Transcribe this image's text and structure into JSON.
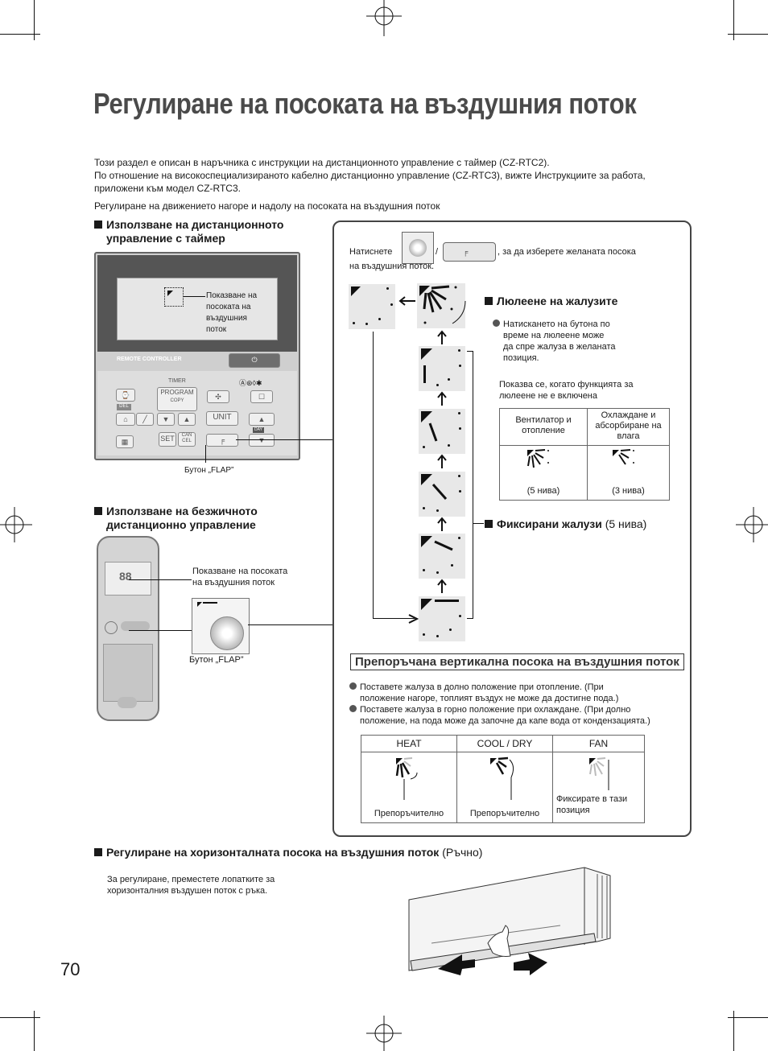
{
  "title": "Регулиране на посоката на въздушния поток",
  "intro": [
    "Този раздел е описан в наръчника с инструкции на дистанционното управление с таймер (CZ-RTC2).",
    "По отношение на високоспециализираното кабелно дистанционно управление (CZ-RTC3), вижте Инструкциите за работа,",
    "приложени към модел CZ-RTC3."
  ],
  "subintro": "Регулиране на движението нагоре и надолу на посоката на въздушния поток",
  "timer_section": {
    "heading": [
      "Използване на дистанционното",
      "управление с таймер"
    ],
    "display_label": [
      "Показване на",
      "посоката на",
      "въздушния",
      "поток"
    ],
    "brand": "REMOTE CONTROLLER",
    "timer_label": "TIMER",
    "program_label": "PROGRAM",
    "copy_label": "COPY",
    "del_label": "DEL",
    "unit_label": "UNIT",
    "set_label": "SET",
    "cancel_label": "CAN CEL",
    "day_label": "DAY",
    "flap_caption": "Бутон „FLAP”"
  },
  "wireless_section": {
    "heading": [
      "Използване на безжичното",
      "дистанционно управление"
    ],
    "display_label": [
      "Показване на посоката",
      "на въздушния поток"
    ],
    "flap_caption": "Бутон „FLAP”"
  },
  "panel": {
    "press_text_1": "Натиснете",
    "press_sep": "/",
    "press_text_2": ", за да изберете желаната посока",
    "press_text_3": "на въздушния поток.",
    "swing_heading": "Люлеене на жалузите",
    "swing_note": [
      "Натискането на бутона по",
      "време на люлеене може",
      "да спре жалуза в желаната",
      "позиция."
    ],
    "swing_off_note": [
      "Показва се, когато функцията за",
      "люлеене не е включена"
    ],
    "levels_table": {
      "headers": [
        [
          "Вентилатор и",
          "отопление"
        ],
        [
          "Охлаждане и",
          "абсорбиране на",
          "влага"
        ]
      ],
      "levels": [
        "(5 нива)",
        "(3 нива)"
      ]
    },
    "fixed_heading": "Фиксирани жалузи",
    "fixed_suffix": "(5 нива)",
    "recommended_heading": "Препоръчана вертикална посока на въздушния поток",
    "recommend_bullets": [
      [
        "Поставете жалуза в долно положение при отопление. (При",
        "положение нагоре, топлият въздух не може да достигне пода.)"
      ],
      [
        "Поставете жалуза в горно положение при охлаждане. (При долно",
        "положение, на пода може да започне да капе вода от кондензацията.)"
      ]
    ],
    "modes_table": {
      "headers": [
        "HEAT",
        "COOL / DRY",
        "FAN"
      ],
      "notes": [
        "Препоръчително",
        "Препоръчително",
        [
          "Фиксирате в тази",
          "позиция"
        ]
      ]
    }
  },
  "horizontal": {
    "heading": "Регулиране на хоризонталната посока на въздушния поток",
    "heading_suffix": "(Ръчно)",
    "text": [
      "За регулиране, преместете лопатките за",
      "хоризонталния въздушен поток с ръка."
    ]
  },
  "page_number": "70",
  "colors": {
    "tile": "#e8e8e8",
    "panel_border": "#444444",
    "title": "#4a4a4a"
  }
}
